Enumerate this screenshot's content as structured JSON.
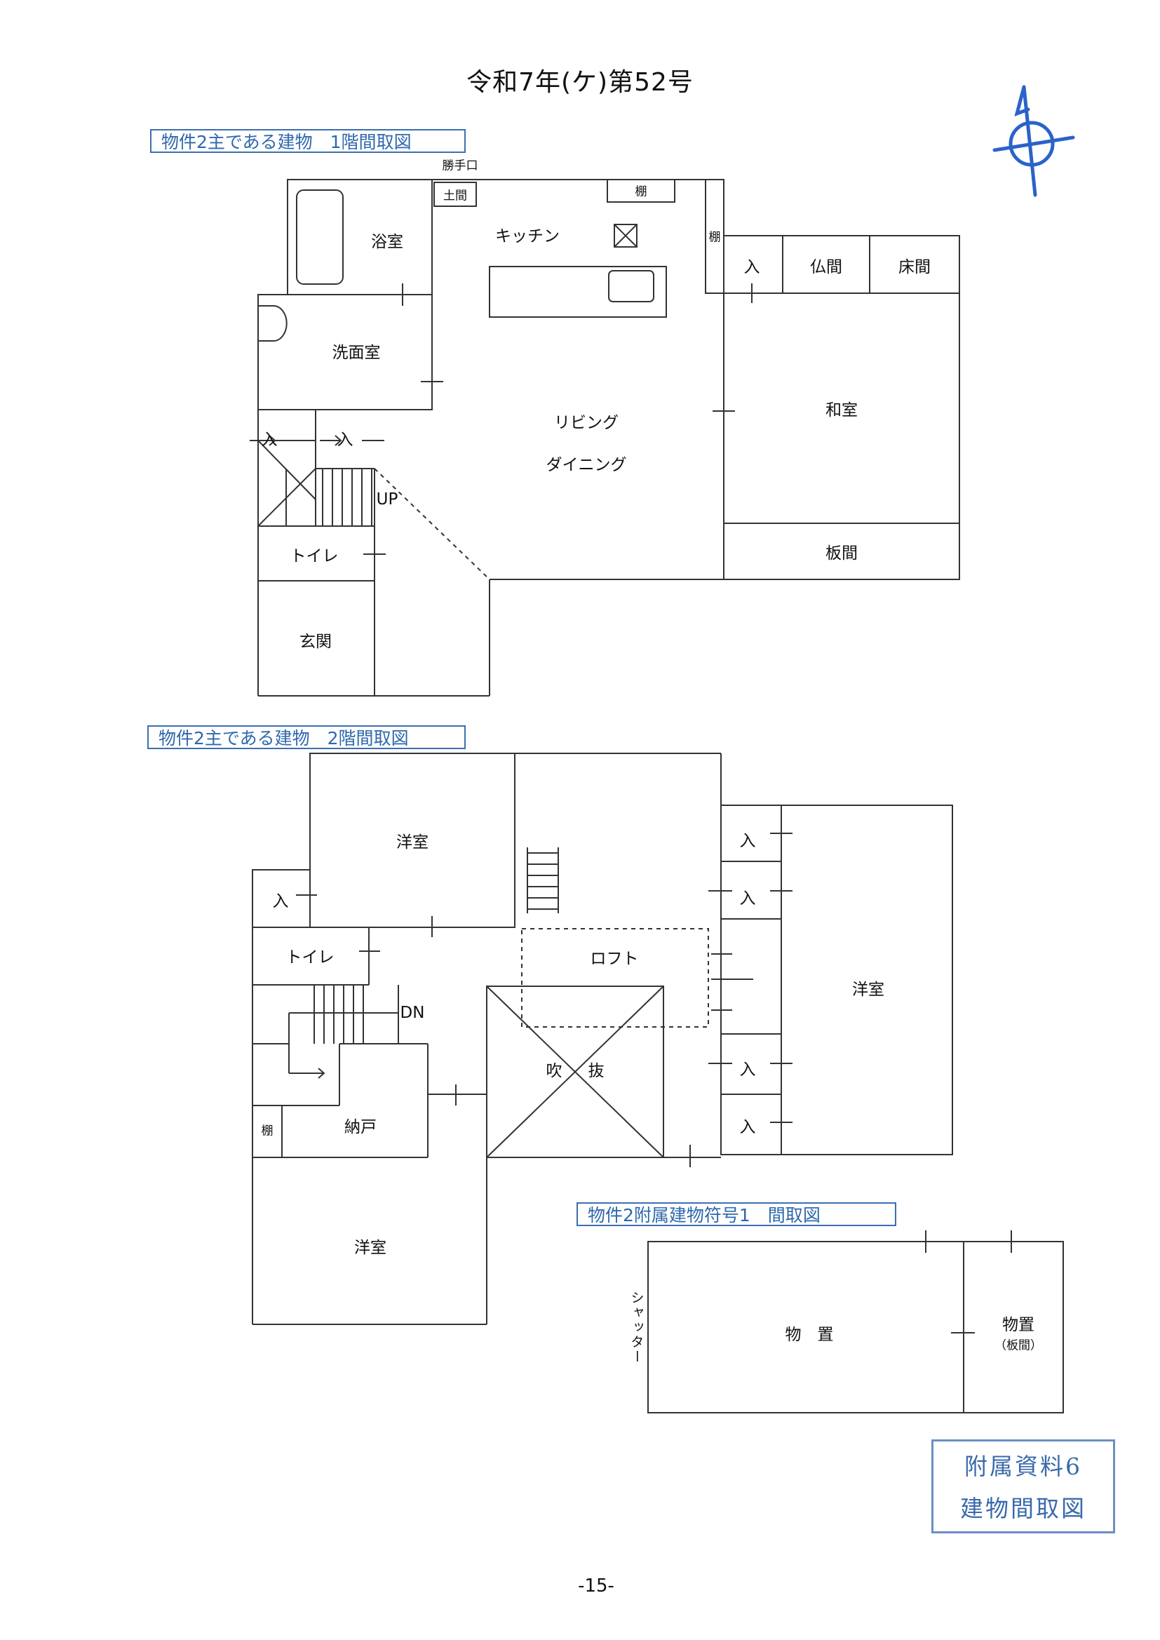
{
  "page_title": "令和7年(ケ)第52号",
  "floor1": {
    "label": "物件2主である建物　1階間取図",
    "rooms": {
      "katteguchi": "勝手口",
      "doma": "土間",
      "tana_top": "棚",
      "tana_side": "棚",
      "kitchen": "キッチン",
      "bath": "浴室",
      "wash": "洗面室",
      "iri_left": "入",
      "iri_right": "入",
      "iri_washitsu": "入",
      "butsuma": "仏間",
      "tokonoma": "床間",
      "living": "リビング",
      "dining": "ダイニング",
      "washitsu": "和室",
      "up": "UP",
      "toilet": "トイレ",
      "itama": "板間",
      "genkan": "玄関"
    }
  },
  "floor2": {
    "label": "物件2主である建物　2階間取図",
    "rooms": {
      "youshitsu_top": "洋室",
      "iri_left": "入",
      "iri_r1": "入",
      "iri_r2": "入",
      "iri_r3": "入",
      "iri_r4": "入",
      "toilet": "トイレ",
      "loft": "ロフト",
      "youshitsu_right": "洋室",
      "dn": "DN",
      "fukinuke_1": "吹",
      "fukinuke_2": "抜",
      "tana": "棚",
      "nando": "納戸",
      "youshitsu_bottom": "洋室"
    }
  },
  "annex": {
    "label": "物件2附属建物符号1　間取図",
    "rooms": {
      "shutter": "シャッター",
      "monooki": "物　置",
      "monooki2": "物置",
      "monooki2_sub": "（板間）"
    }
  },
  "stamp": {
    "line1": "附属資料6",
    "line2": "建物間取図"
  },
  "page_number": "-15-",
  "colors": {
    "label_blue": "#2f68ad",
    "compass_blue": "#2a63c9",
    "wall": "#333333"
  },
  "icons": {
    "compass": "north-arrow-compass-icon"
  }
}
